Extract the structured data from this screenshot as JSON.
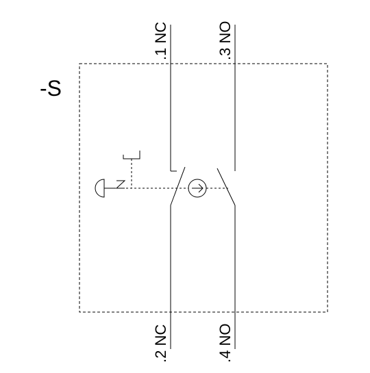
{
  "device_label": "-S",
  "terminals": {
    "t1": ".1 NC",
    "t2": ".2 NC",
    "t3": ".3 NO",
    "t4": ".4 NO"
  },
  "colors": {
    "line": "#000000",
    "background": "#ffffff"
  },
  "icons": {
    "actuator": "mushroom-pushbutton-icon",
    "latch": "detent-latch-icon",
    "positive_opening": "positive-opening-icon"
  }
}
